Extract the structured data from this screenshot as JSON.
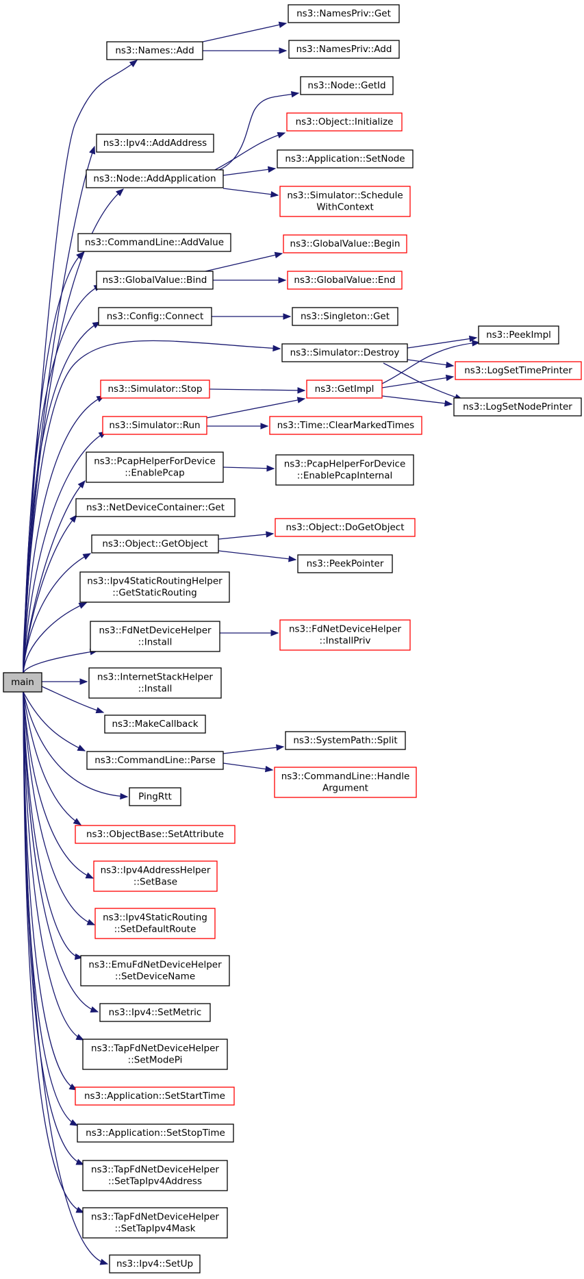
{
  "colors": {
    "edge": "#191970",
    "box_border": "#000000",
    "box_border_incomplete": "#ff0000",
    "root_fill": "#bfbfbf"
  },
  "nodes": {
    "main": [
      "main"
    ],
    "names_add": [
      "ns3::Names::Add"
    ],
    "namespriv_get": [
      "ns3::NamesPriv::Get"
    ],
    "namespriv_add": [
      "ns3::NamesPriv::Add"
    ],
    "ipv4_addaddress": [
      "ns3::Ipv4::AddAddress"
    ],
    "node_addapplication": [
      "ns3::Node::AddApplication"
    ],
    "node_getid": [
      "ns3::Node::GetId"
    ],
    "object_initialize": [
      "ns3::Object::Initialize"
    ],
    "application_setnode": [
      "ns3::Application::SetNode"
    ],
    "simulator_schedulewithcontext": [
      "ns3::Simulator::Schedule",
      "WithContext"
    ],
    "commandline_addvalue": [
      "ns3::CommandLine::AddValue"
    ],
    "globalvalue_bind": [
      "ns3::GlobalValue::Bind"
    ],
    "globalvalue_begin": [
      "ns3::GlobalValue::Begin"
    ],
    "globalvalue_end": [
      "ns3::GlobalValue::End"
    ],
    "config_connect": [
      "ns3::Config::Connect"
    ],
    "singleton_get": [
      "ns3::Singleton::Get"
    ],
    "simulator_destroy": [
      "ns3::Simulator::Destroy"
    ],
    "peekimpl": [
      "ns3::PeekImpl"
    ],
    "logsettimeprinter": [
      "ns3::LogSetTimePrinter"
    ],
    "logsetnodeprinter": [
      "ns3::LogSetNodePrinter"
    ],
    "simulator_stop": [
      "ns3::Simulator::Stop"
    ],
    "getimpl": [
      "ns3::GetImpl"
    ],
    "simulator_run": [
      "ns3::Simulator::Run"
    ],
    "time_clearmarkedtimes": [
      "ns3::Time::ClearMarkedTimes"
    ],
    "pcaphelper_enablepcap": [
      "ns3::PcapHelperForDevice",
      "::EnablePcap"
    ],
    "pcaphelper_enablepcapinternal": [
      "ns3::PcapHelperForDevice",
      "::EnablePcapInternal"
    ],
    "netdevicecontainer_get": [
      "ns3::NetDeviceContainer::Get"
    ],
    "object_getobject": [
      "ns3::Object::GetObject"
    ],
    "object_dogetobject": [
      "ns3::Object::DoGetObject"
    ],
    "peekpointer": [
      "ns3::PeekPointer"
    ],
    "ipv4staticroutinghelper_getstaticrouting": [
      "ns3::Ipv4StaticRoutingHelper",
      "::GetStaticRouting"
    ],
    "fdnetdevicehelper_install": [
      "ns3::FdNetDeviceHelper",
      "::Install"
    ],
    "fdnetdevicehelper_installpriv": [
      "ns3::FdNetDeviceHelper",
      "::InstallPriv"
    ],
    "internetstackhelper_install": [
      "ns3::InternetStackHelper",
      "::Install"
    ],
    "makecallback": [
      "ns3::MakeCallback"
    ],
    "commandline_parse": [
      "ns3::CommandLine::Parse"
    ],
    "systempath_split": [
      "ns3::SystemPath::Split"
    ],
    "commandline_handleargument": [
      "ns3::CommandLine::Handle",
      "Argument"
    ],
    "pingrtt": [
      "PingRtt"
    ],
    "objectbase_setattribute": [
      "ns3::ObjectBase::SetAttribute"
    ],
    "ipv4addresshelper_setbase": [
      "ns3::Ipv4AddressHelper",
      "::SetBase"
    ],
    "ipv4staticrouting_setdefaultroute": [
      "ns3::Ipv4StaticRouting",
      "::SetDefaultRoute"
    ],
    "emufdnetdevicehelper_setdevicename": [
      "ns3::EmuFdNetDeviceHelper",
      "::SetDeviceName"
    ],
    "ipv4_setmetric": [
      "ns3::Ipv4::SetMetric"
    ],
    "tapfdnetdevicehelper_setmodepi": [
      "ns3::TapFdNetDeviceHelper",
      "::SetModePi"
    ],
    "application_setstarttime": [
      "ns3::Application::SetStartTime"
    ],
    "application_setstoptime": [
      "ns3::Application::SetStopTime"
    ],
    "tapfdnetdevicehelper_settapipv4address": [
      "ns3::TapFdNetDeviceHelper",
      "::SetTapIpv4Address"
    ],
    "tapfdnetdevicehelper_settapipv4mask": [
      "ns3::TapFdNetDeviceHelper",
      "::SetTapIpv4Mask"
    ],
    "ipv4_setup": [
      "ns3::Ipv4::SetUp"
    ]
  }
}
